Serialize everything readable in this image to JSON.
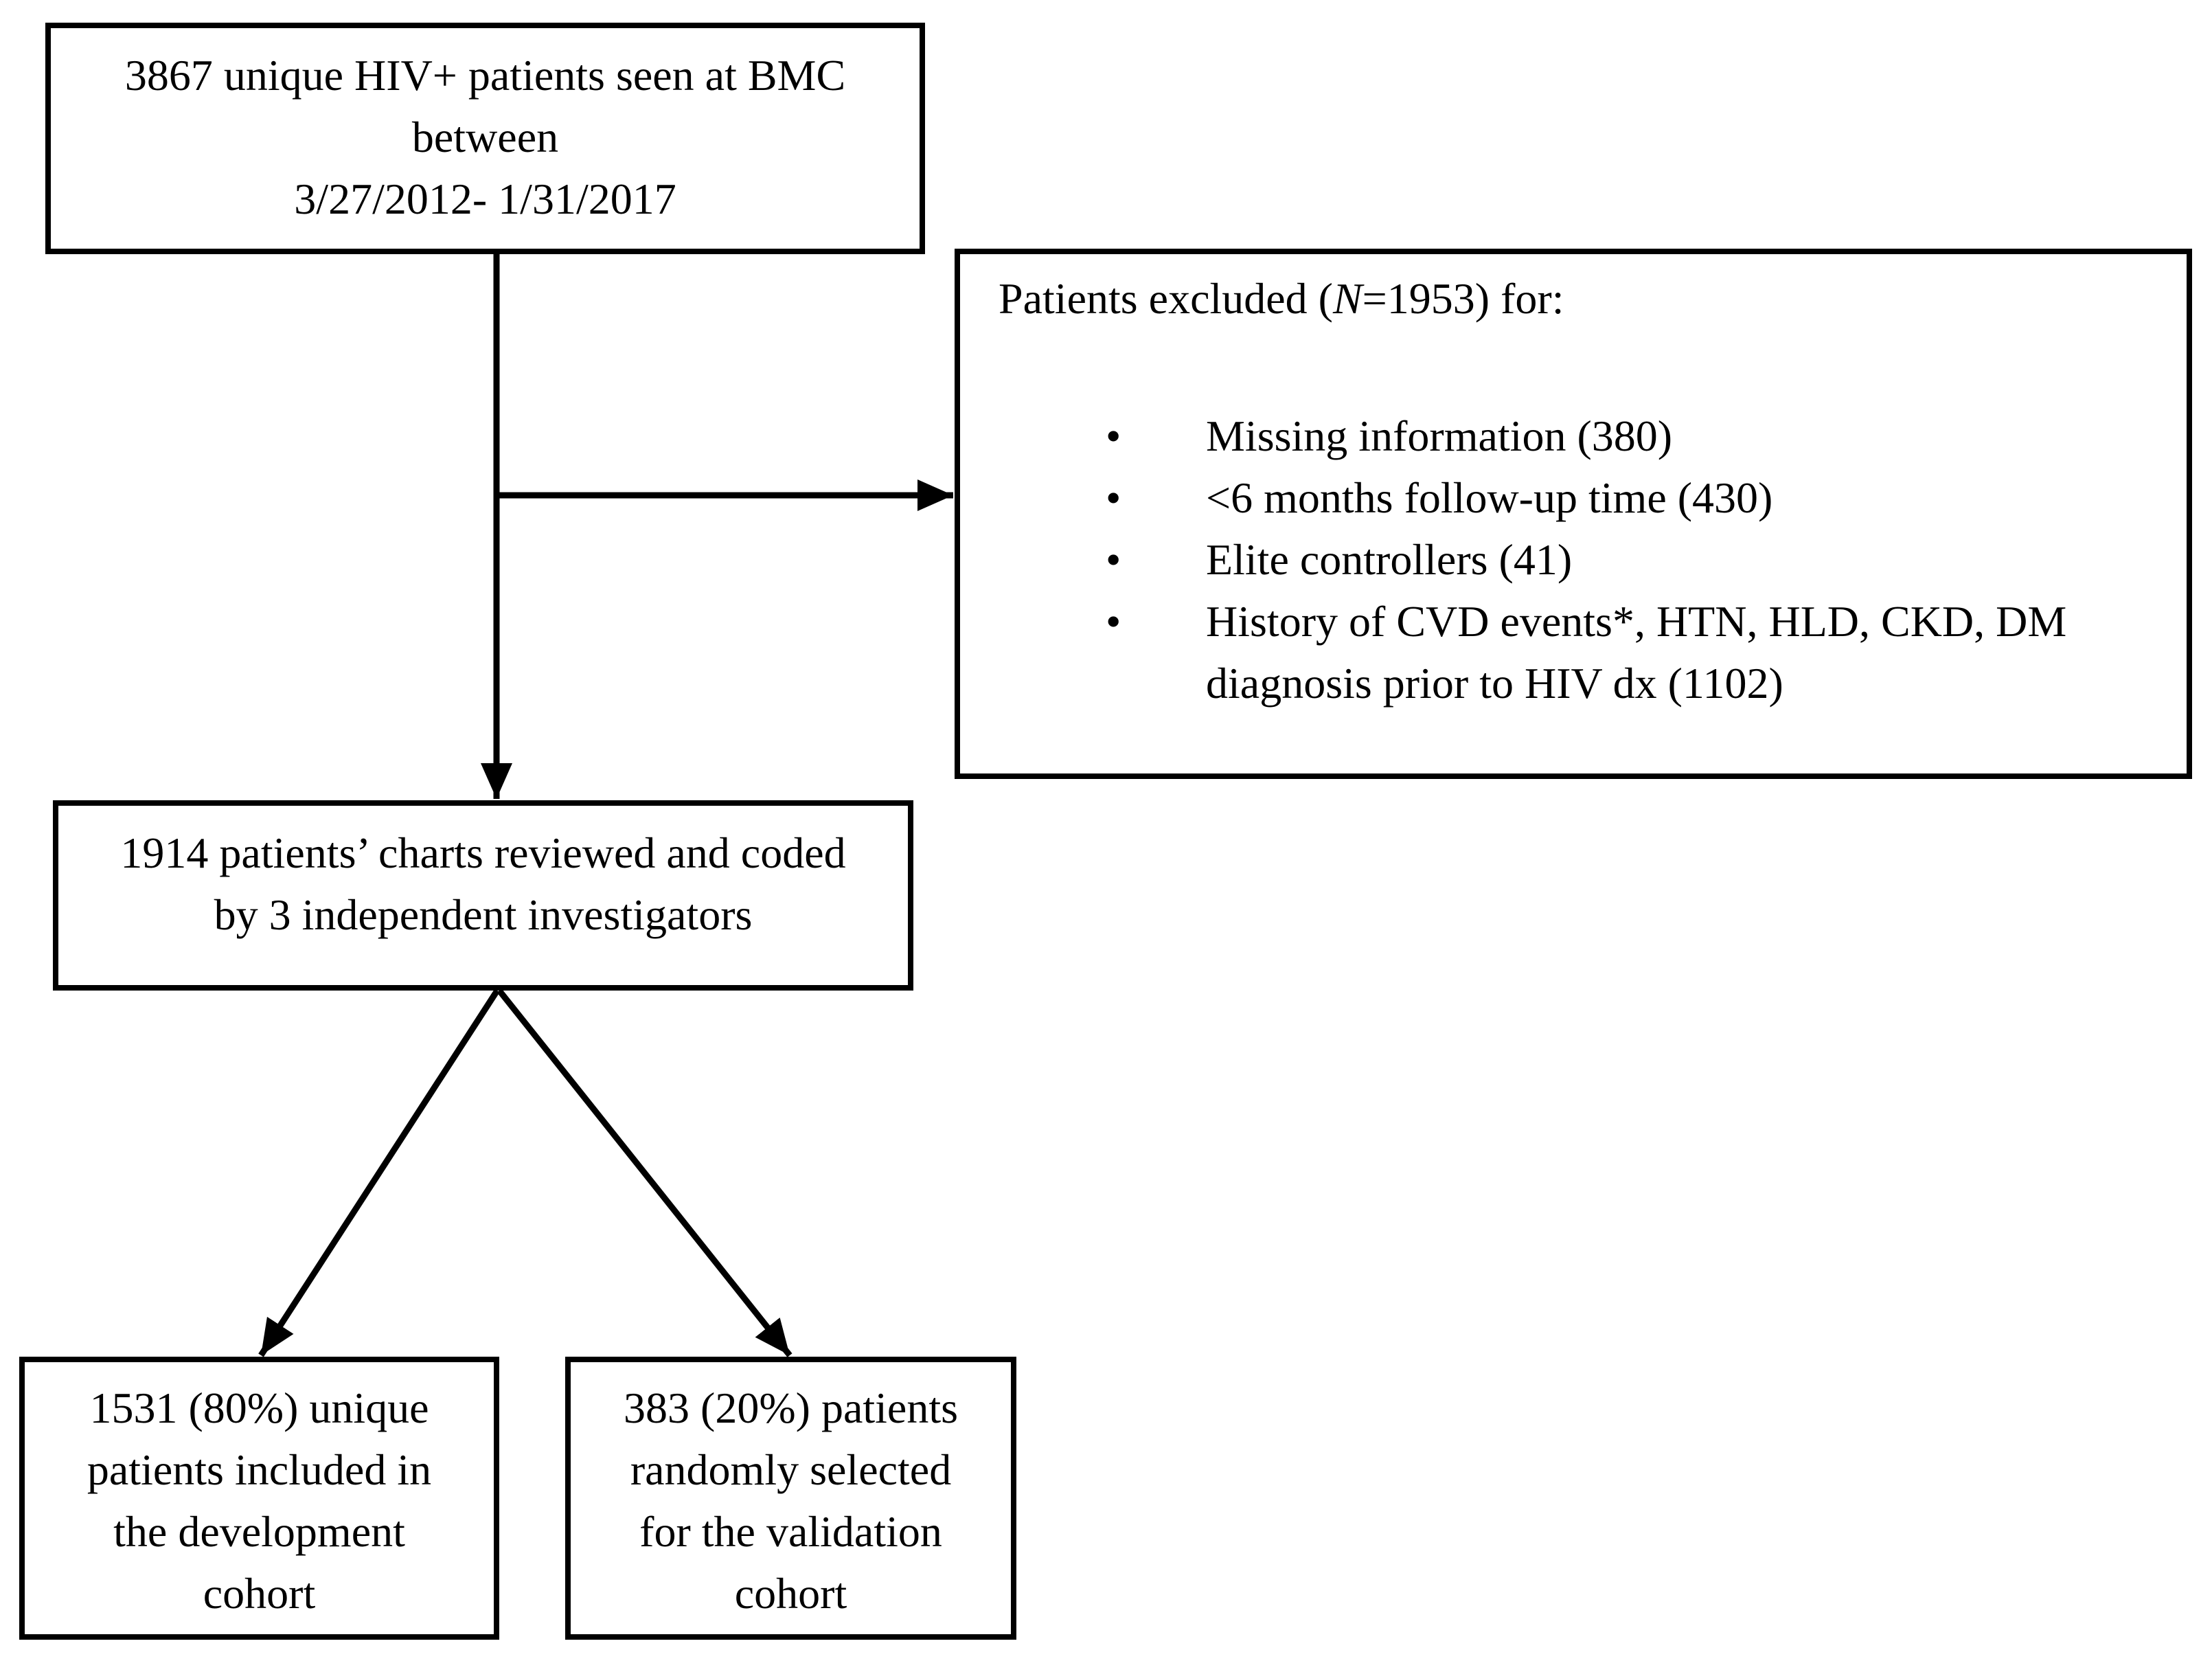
{
  "page": {
    "background_color": "#ffffff",
    "ink_color": "#000000"
  },
  "flowchart": {
    "source_box": {
      "lines": [
        "3867 unique HIV+ patients seen at BMC",
        "between",
        "3/27/2012- 1/31/2017"
      ]
    },
    "exclusions_box": {
      "title_prefix": "Patients excluded (",
      "title_n": "N",
      "title_suffix": "=1953) for:",
      "bullet_icon": "•",
      "items": [
        {
          "line1": "Missing information (380)",
          "line2": ""
        },
        {
          "line1": "<6 months follow-up time (430)",
          "line2": ""
        },
        {
          "line1": "Elite controllers (41)",
          "line2": ""
        },
        {
          "line1": "History of CVD events*, HTN, HLD, CKD, DM",
          "line2": "diagnosis prior to HIV dx (1102)"
        }
      ]
    },
    "review_box": {
      "lines": [
        "1914 patients’ charts reviewed and coded",
        "by 3 independent investigators"
      ]
    },
    "development_box": {
      "lines": [
        "1531 (80%) unique",
        "patients included in",
        "the development",
        "cohort"
      ]
    },
    "validation_box": {
      "lines": [
        "383 (20%) patients",
        "randomly selected",
        "for the validation",
        "cohort"
      ]
    }
  }
}
